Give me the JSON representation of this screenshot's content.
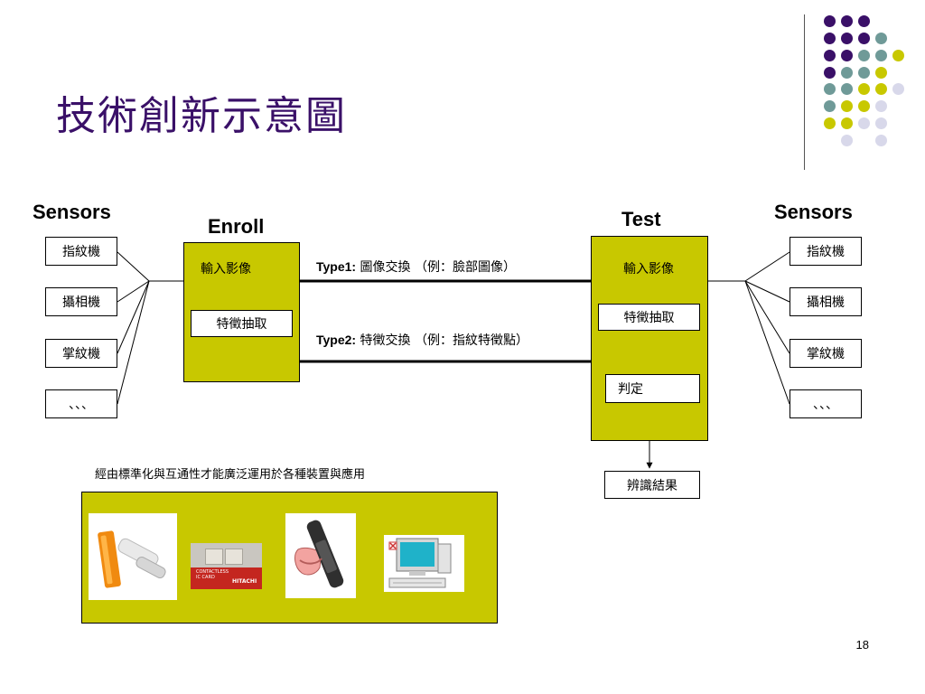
{
  "slide": {
    "title": "技術創新示意圖",
    "page_number": "18"
  },
  "diagram": {
    "left_sensors_label": "Sensors",
    "right_sensors_label": "Sensors",
    "enroll_label": "Enroll",
    "test_label": "Test",
    "sensors_left": [
      "指紋機",
      "攝相機",
      "掌紋機",
      "、、、"
    ],
    "sensors_right": [
      "指紋機",
      "攝相機",
      "掌紋機",
      "、、、"
    ],
    "enroll": {
      "input": "輸入影像",
      "feature": "特徵抽取"
    },
    "test": {
      "input": "輸入影像",
      "feature": "特徵抽取",
      "decide": "判定"
    },
    "result": "辨識結果",
    "type1_prefix": "Type1:",
    "type1_text": "圖像交換 （例：臉部圖像）",
    "type2_prefix": "Type2:",
    "type2_text": "特徵交換 （例：指紋特徵點）",
    "applications_caption": "經由標準化與互通性才能廣泛運用於各種裝置與應用",
    "card_text": "CONTACTLESS IC CARD",
    "card_brand": "HITACHI"
  },
  "colors": {
    "purple": "#3a1068",
    "teal": "#6f9a98",
    "olive": "#c8c800",
    "lavender": "#d8d8ea"
  }
}
